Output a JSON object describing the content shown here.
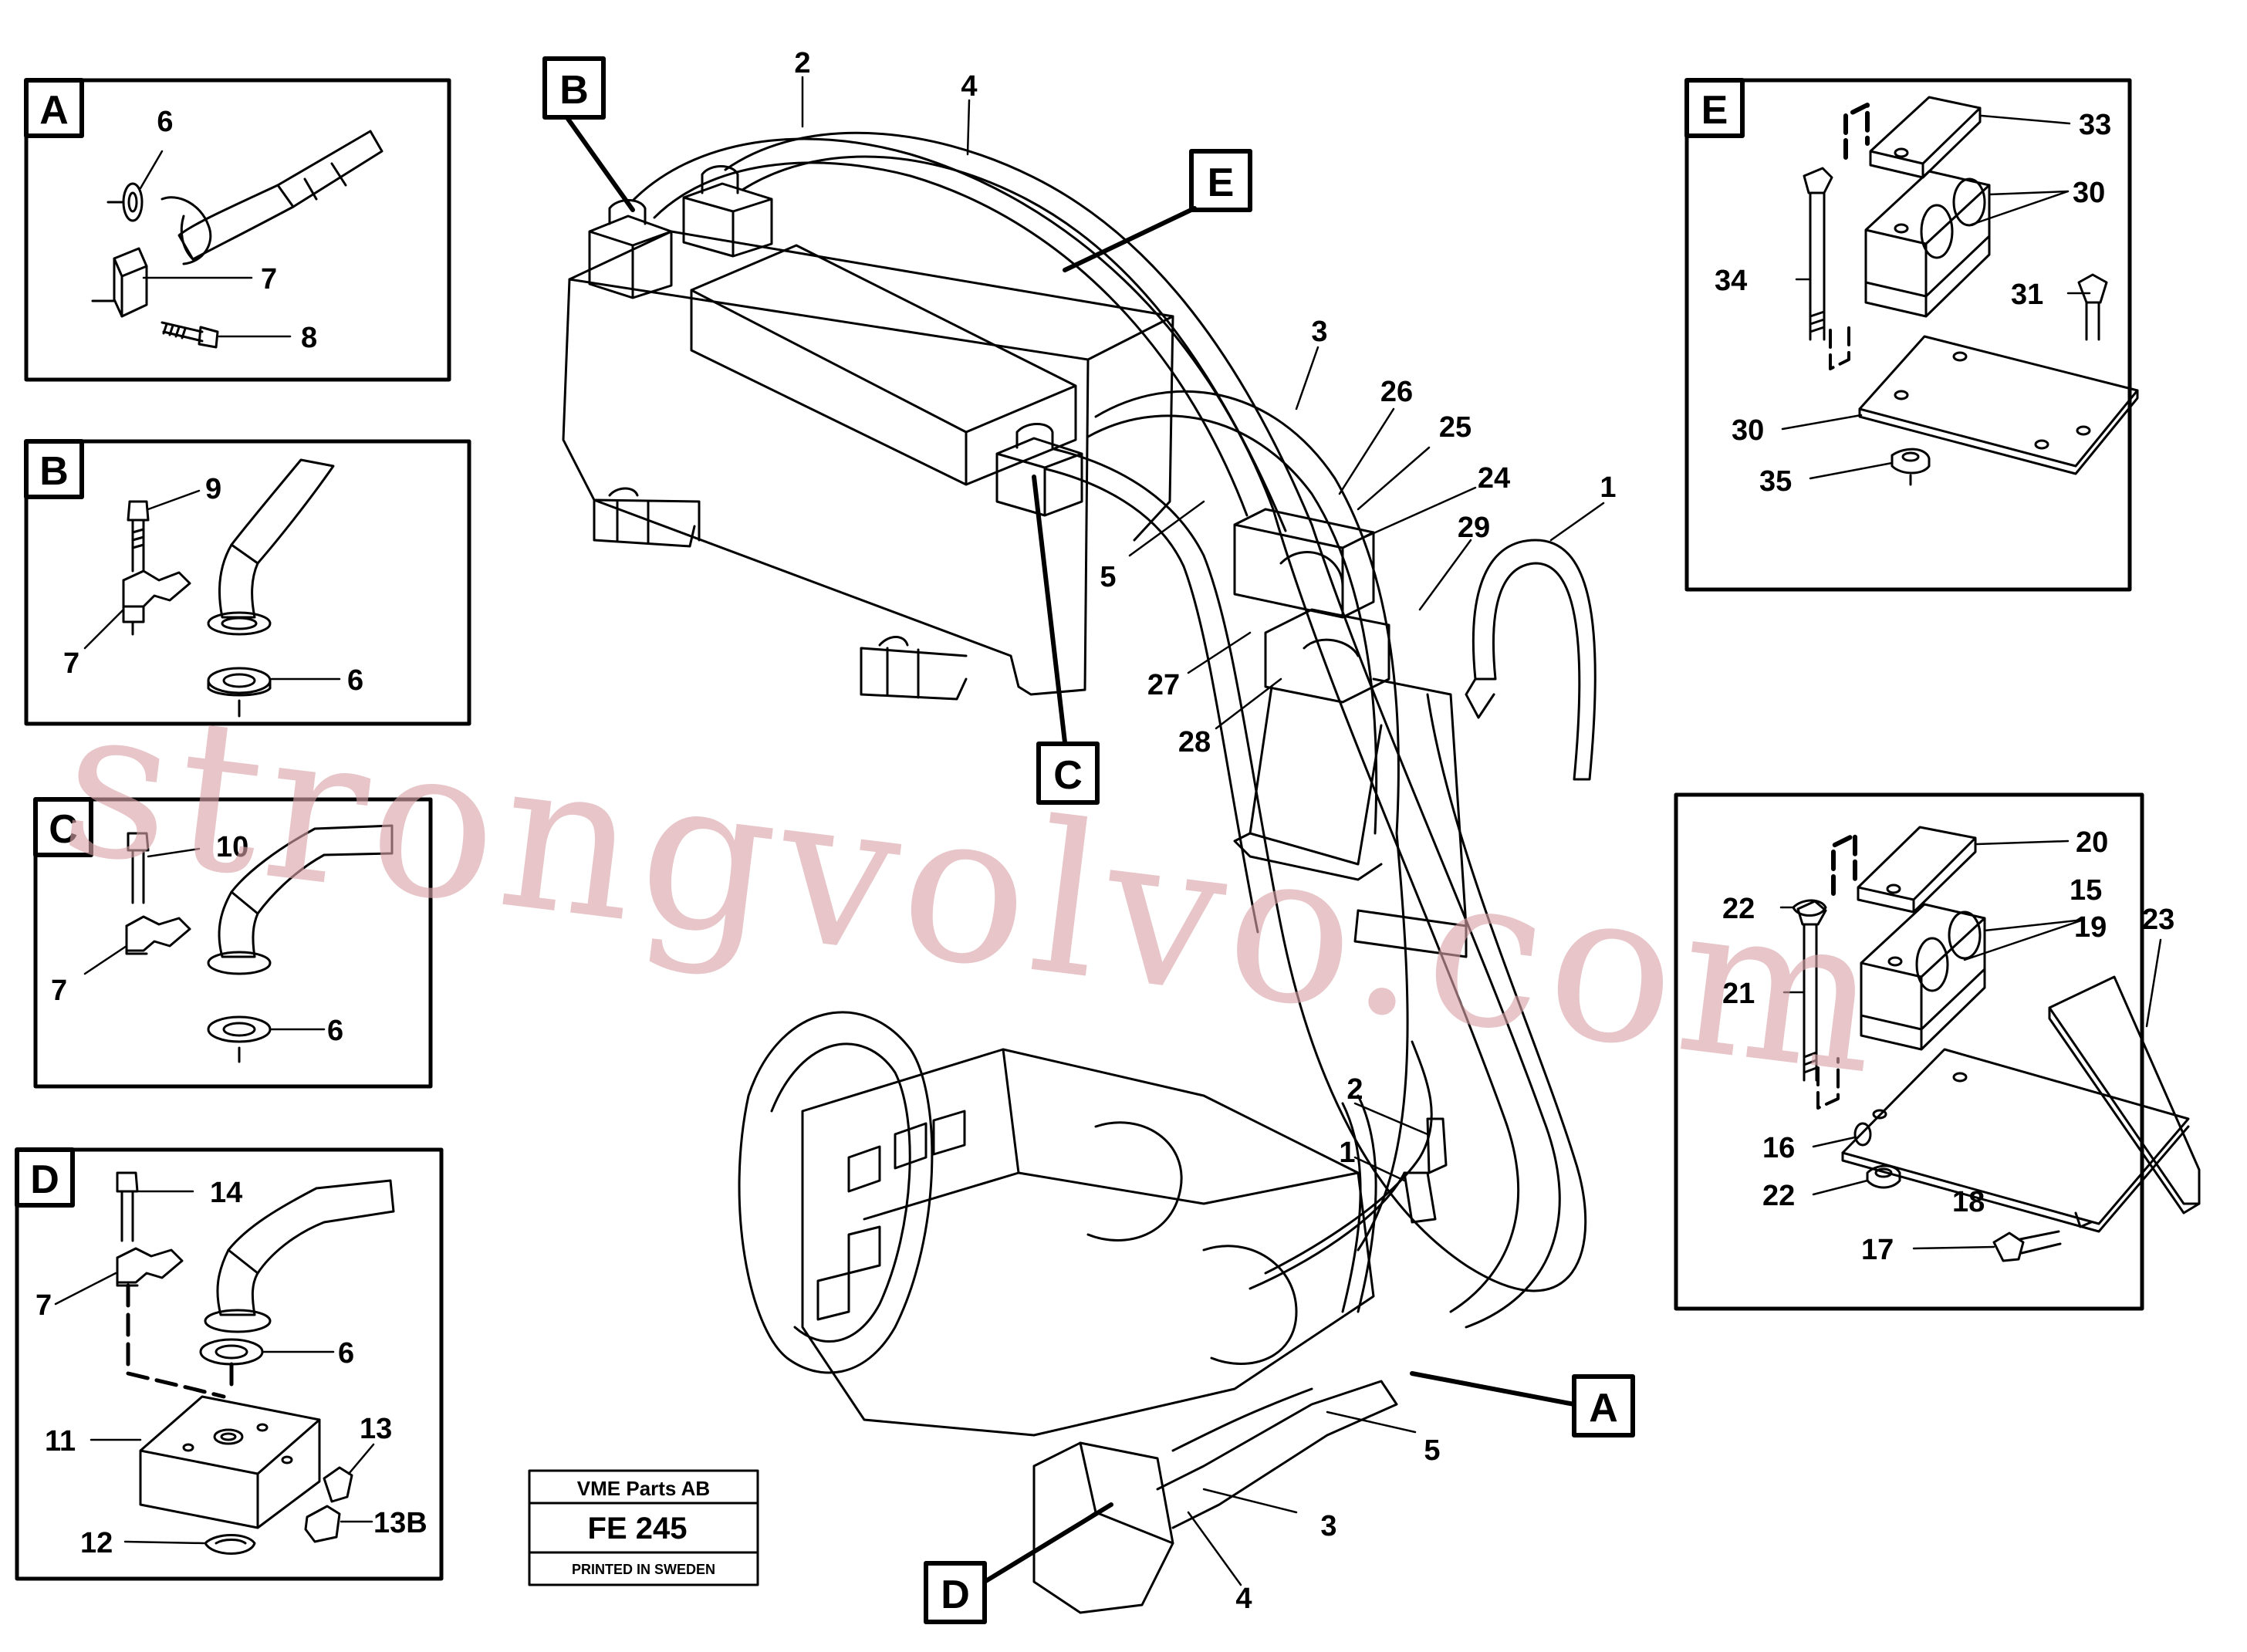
{
  "sections": {
    "A": {
      "label": "A",
      "callouts": [
        "6",
        "7",
        "8"
      ]
    },
    "B": {
      "label": "B",
      "callouts": [
        "9",
        "7",
        "6"
      ]
    },
    "C": {
      "label": "C",
      "callouts": [
        "10",
        "7",
        "6"
      ]
    },
    "D": {
      "label": "D",
      "callouts": [
        "14",
        "7",
        "6",
        "11",
        "13",
        "13B",
        "12"
      ]
    },
    "E": {
      "label": "E",
      "callouts": [
        "33",
        "30",
        "34",
        "31",
        "30",
        "35"
      ]
    },
    "F": {
      "callouts": [
        "20",
        "22",
        "15",
        "19",
        "23",
        "21",
        "16",
        "22",
        "18",
        "17"
      ]
    }
  },
  "main": {
    "ref_labels": [
      "B",
      "E",
      "C",
      "A",
      "D"
    ],
    "callouts": [
      "2",
      "4",
      "3",
      "26",
      "25",
      "24",
      "1",
      "29",
      "5",
      "27",
      "28",
      "2",
      "1",
      "5",
      "3",
      "4"
    ]
  },
  "stamp": {
    "company": "VME Parts AB",
    "code": "FE 245",
    "printed": "PRINTED IN SWEDEN"
  },
  "watermark": {
    "text": "strongvolvo.com"
  },
  "colors": {
    "line": "#000000",
    "watermark": "#d9a3a8"
  }
}
